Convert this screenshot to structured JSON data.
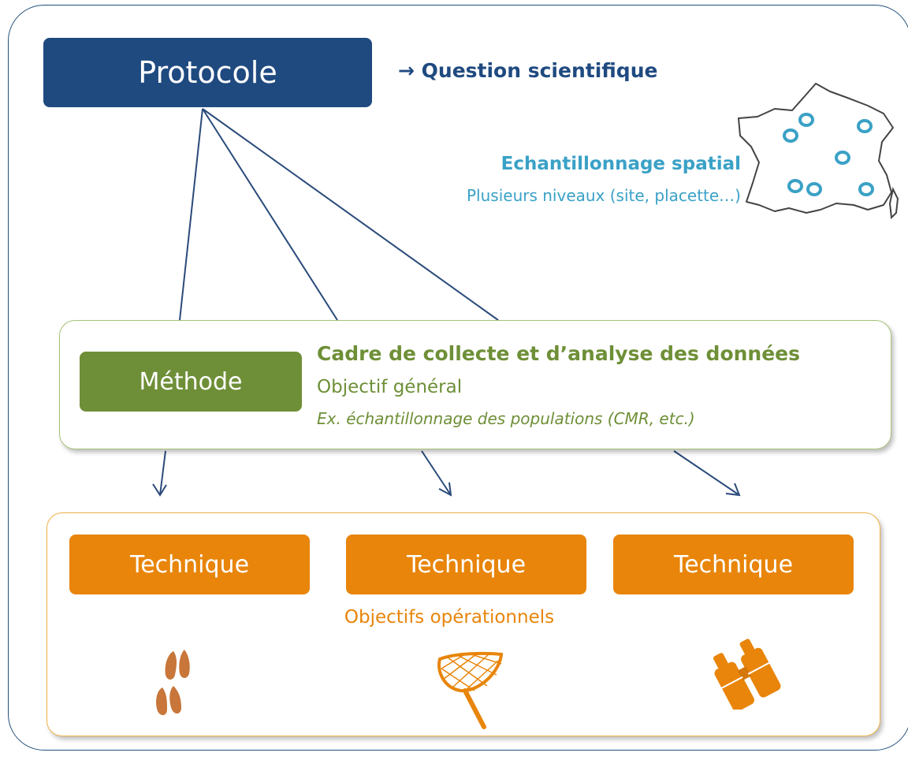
{
  "protocole": {
    "label": "Protocole"
  },
  "question": {
    "text": "→ Question scientifique"
  },
  "echantillonnage": {
    "title": "Echantillonnage spatial",
    "subtitle": "Plusieurs niveaux (site, placette…)"
  },
  "methode": {
    "label": "Méthode",
    "title": "Cadre de collecte et d’analyse des données",
    "objective": "Objectif général",
    "example": "Ex. échantillonnage des populations (CMR, etc.)"
  },
  "techniques": [
    {
      "label": "Technique",
      "icon": "hoofprint-icon"
    },
    {
      "label": "Technique",
      "icon": "butterfly-net-icon"
    },
    {
      "label": "Technique",
      "icon": "binoculars-icon"
    }
  ],
  "operational": {
    "text": "Objectifs opérationnels"
  },
  "colors": {
    "navy": "#1f4a80",
    "green": "#6e8f37",
    "orange": "#e8850a",
    "cyan": "#3aa1c6",
    "hoof": "#c8763a"
  }
}
